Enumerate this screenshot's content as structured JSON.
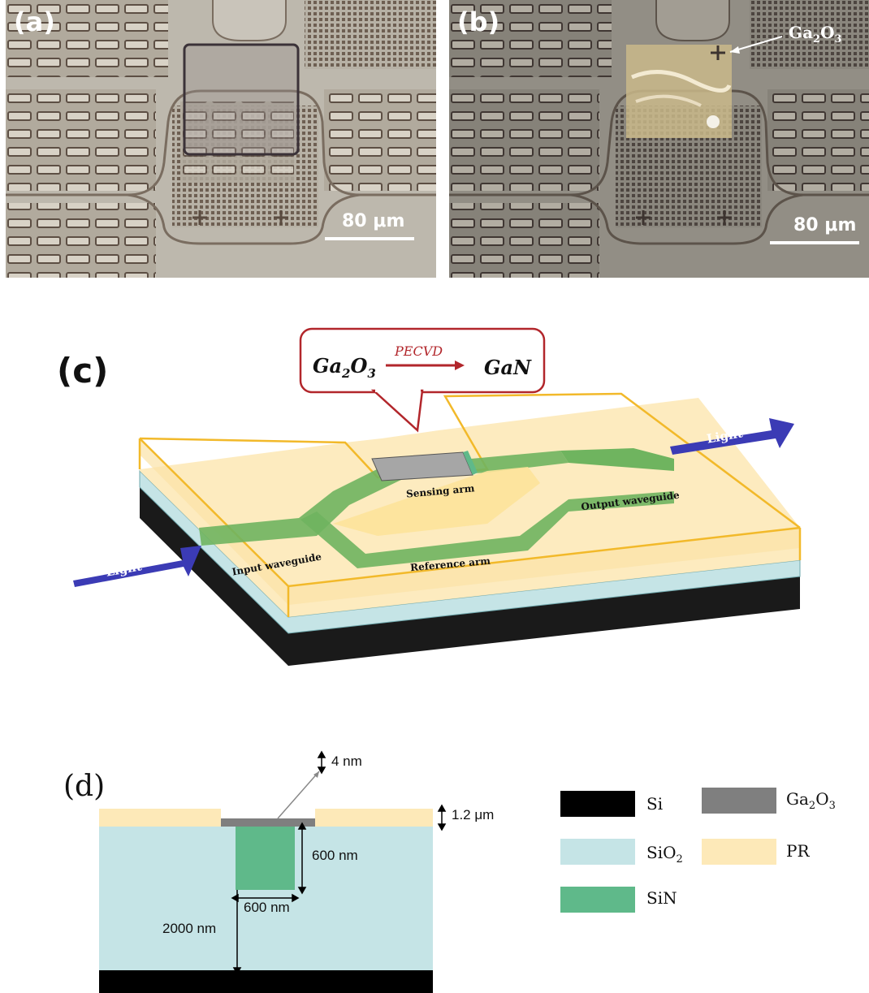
{
  "panel_a": {
    "label": "(a)",
    "scale_text": "80 μm"
  },
  "panel_b": {
    "label": "(b)",
    "scale_text": "80 μm",
    "annotation": "Ga",
    "annotation_sub1": "2",
    "annotation_mid": "O",
    "annotation_sub2": "3"
  },
  "panel_c": {
    "label": "(c)",
    "callout": {
      "from": "Ga",
      "from_sub1": "2",
      "from_mid": "O",
      "from_sub2": "3",
      "process": "PECVD",
      "to": "GaN"
    },
    "light_in": "Light",
    "light_out": "Light",
    "sensing_arm": "Sensing arm",
    "reference_arm": "Reference arm",
    "input_waveguide": "Input waveguide",
    "output_waveguide": "Output waveguide"
  },
  "panel_d": {
    "label": "(d)",
    "dim_4nm": "4 nm",
    "dim_1_2um": "1.2 μm",
    "dim_600_h": "600 nm",
    "dim_600_w": "600 nm",
    "dim_2000": "2000 nm",
    "legend": [
      {
        "name": "Si",
        "color": "#000000"
      },
      {
        "name": "Ga",
        "sub1": "2",
        "mid": "O",
        "sub2": "3",
        "color": "#7f7f7f"
      },
      {
        "name": "SiO",
        "sub1": "2",
        "color": "#c5e4e6"
      },
      {
        "name": "PR",
        "color": "#fde9b8"
      },
      {
        "name": "SiN",
        "color": "#5fb98a"
      }
    ]
  }
}
